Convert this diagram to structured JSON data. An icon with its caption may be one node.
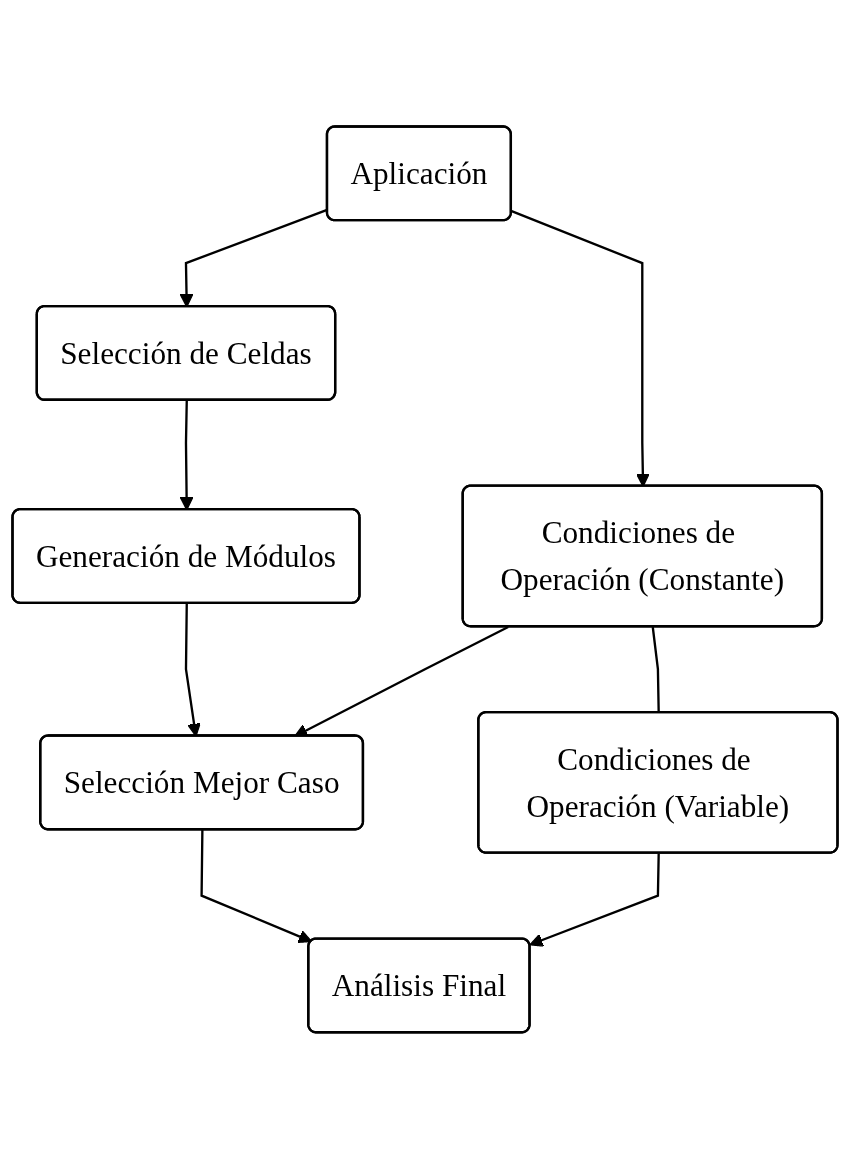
{
  "diagram": {
    "nodes": [
      {
        "text": [
          "Aplicación"
        ]
      },
      {
        "text": [
          "Selección de Celdas"
        ]
      },
      {
        "text": [
          "Generación de Módulos"
        ]
      },
      {
        "text": [
          "Condiciones de Operación (Constante)"
        ]
      },
      {
        "text": [
          "Selección Mejor Caso"
        ]
      },
      {
        "text": [
          "Condiciones de Operación (Variable)"
        ]
      },
      {
        "text": [
          "Análisis Final"
        ]
      }
    ],
    "edges": [
      {
        "from": 0,
        "to": 1,
        "arrow": "to"
      },
      {
        "from": 1,
        "to": 2,
        "arrow": "to"
      },
      {
        "from": 2,
        "to": 4,
        "arrow": "to"
      },
      {
        "from": 0,
        "to": 3,
        "arrow": "to"
      },
      {
        "from": 3,
        "to": 4,
        "arrow": "to"
      },
      {
        "from": 4,
        "to": 6,
        "arrow": "to"
      },
      {
        "from": 3,
        "to": 5,
        "arrow": "none"
      },
      {
        "from": 5,
        "to": 6,
        "arrow": "to"
      }
    ]
  }
}
